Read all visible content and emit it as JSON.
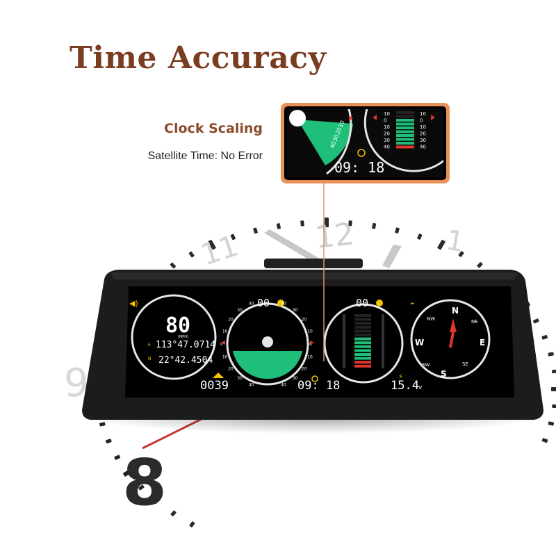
{
  "headline": "Time Accuracy",
  "callout": {
    "title": "Clock Scaling",
    "subtitle": "Satellite Time: No Error"
  },
  "clock_numerals": {
    "twelve": "12",
    "eleven": "11",
    "one": "1",
    "nine": "9",
    "eight": "8"
  },
  "device": {
    "speed": "80",
    "speed_unit": "(MPH)",
    "lon_prefix": "E",
    "longitude": "113°47.0714",
    "lat_prefix": "N",
    "latitude": "22°42.4504",
    "altitude": "0039",
    "roll_value": "00",
    "pitch_value": "00",
    "time": "09: 18",
    "voltage": "15.4",
    "voltage_unit": "v",
    "compass": {
      "n": "N",
      "ne": "NE",
      "e": "E",
      "se": "SE",
      "s": "S",
      "sw": "SW",
      "w": "W",
      "nw": "NW"
    },
    "tilt_scale": [
      "40",
      "30",
      "20",
      "10",
      "0",
      "10",
      "20",
      "30",
      "40"
    ]
  },
  "zoom": {
    "time": "09: 18",
    "scale": [
      "10",
      "20",
      "30",
      "40"
    ],
    "bar_scale": [
      "10",
      "0",
      "10",
      "20",
      "30",
      "40"
    ]
  },
  "colors": {
    "brand": "#7a3d22",
    "accent": "#e8925a",
    "gauge_green": "#1fbf7a",
    "bar_red": "#e0352b",
    "callout_line": "#e8925a"
  }
}
